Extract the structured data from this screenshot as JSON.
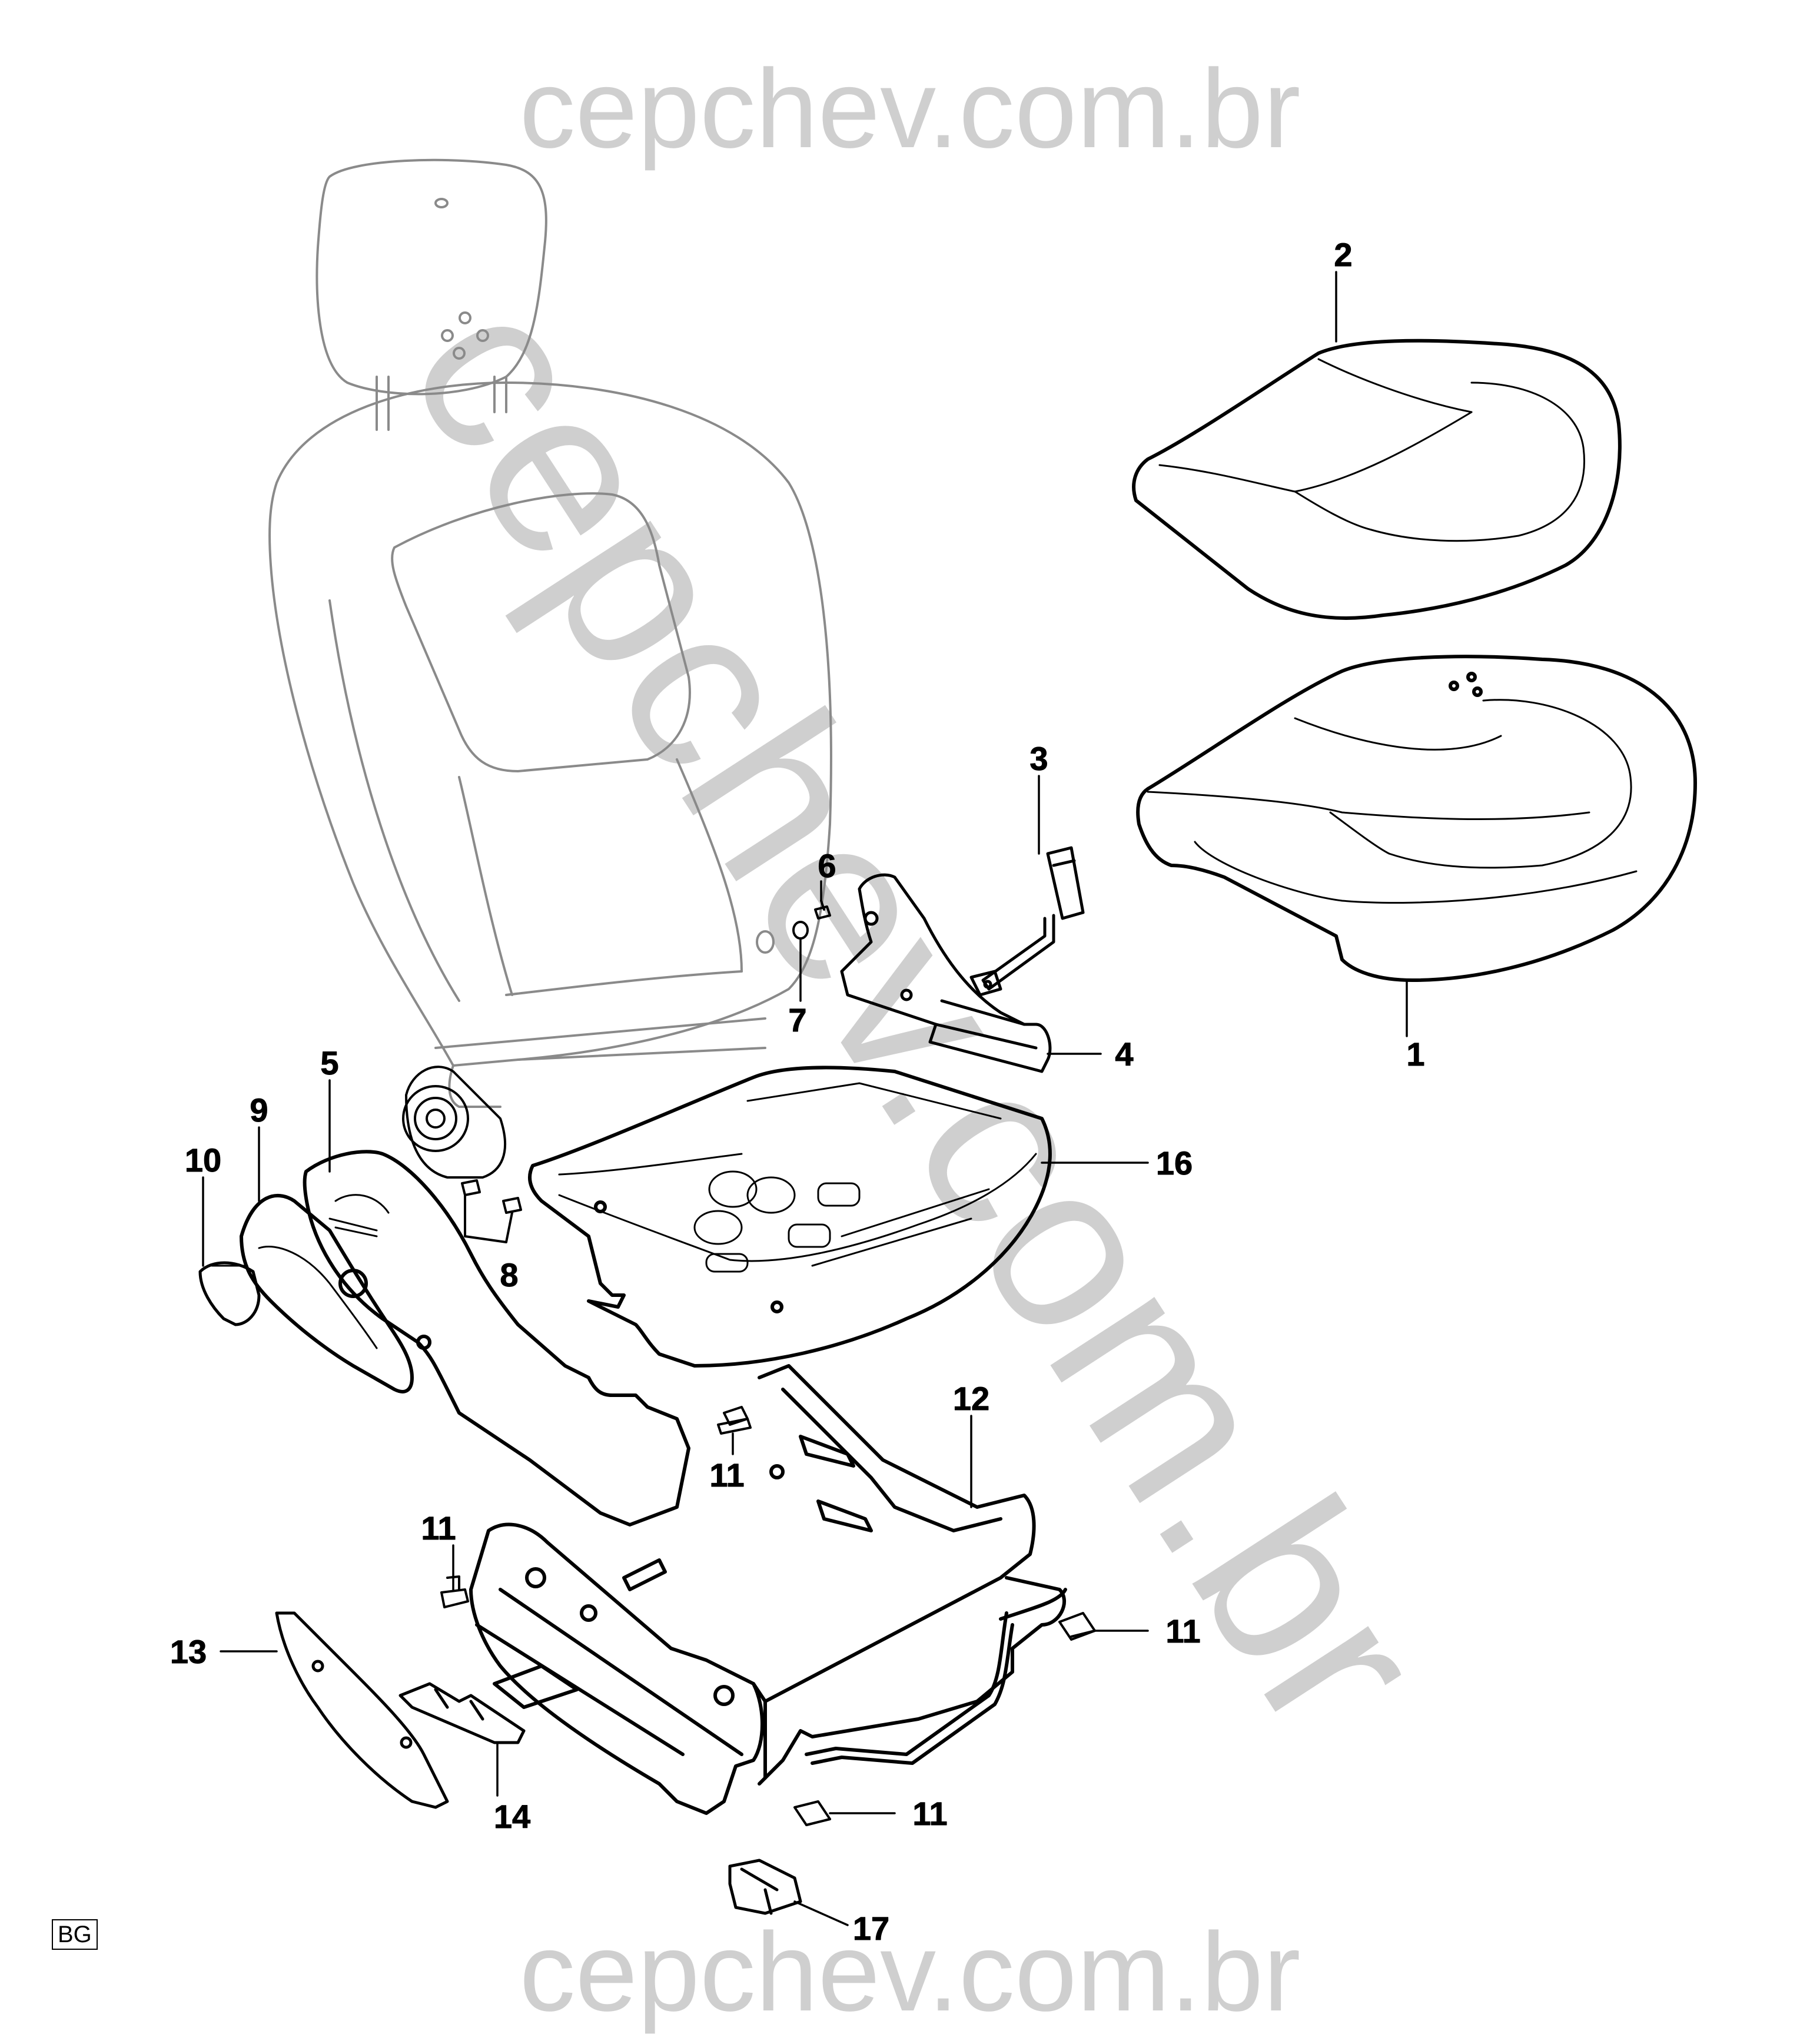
{
  "watermark": {
    "top": "cepchev.com.br",
    "diagonal": "cepchev.com.br",
    "bottom": "cepchev.com.br"
  },
  "corner_badge": "BG",
  "callouts": [
    "1",
    "2",
    "3",
    "4",
    "5",
    "6",
    "7",
    "8",
    "9",
    "10",
    "11",
    "12",
    "13",
    "14",
    "16",
    "17"
  ],
  "colors": {
    "line": "#000000",
    "faint_line": "#888888",
    "watermark": "#cfcfcf",
    "background": "#ffffff"
  }
}
